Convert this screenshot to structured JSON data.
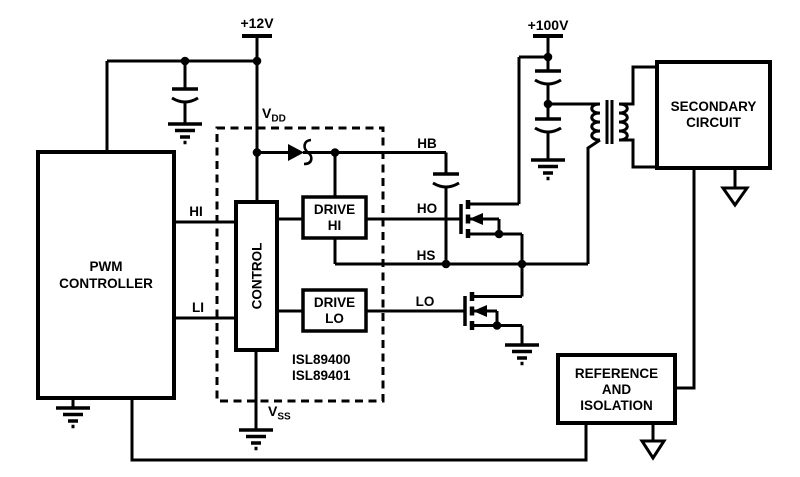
{
  "colors": {
    "line": "#000000",
    "background": "#ffffff"
  },
  "labels": {
    "supply_12v": "+12V",
    "supply_100v": "+100V",
    "vdd": {
      "main": "V",
      "sub": "DD"
    },
    "vss": {
      "main": "V",
      "sub": "SS"
    },
    "hb": "HB",
    "ho": "HO",
    "hs": "HS",
    "lo": "LO",
    "hi": "HI",
    "li": "LI"
  },
  "blocks": {
    "pwm_controller": {
      "line1": "PWM",
      "line2": "CONTROLLER"
    },
    "control": "CONTROL",
    "drive_hi": {
      "line1": "DRIVE",
      "line2": "HI"
    },
    "drive_lo": {
      "line1": "DRIVE",
      "line2": "LO"
    },
    "secondary_circuit": {
      "line1": "SECONDARY",
      "line2": "CIRCUIT"
    },
    "reference_isolation": {
      "line1": "REFERENCE",
      "line2": "AND",
      "line3": "ISOLATION"
    }
  },
  "part_numbers": {
    "line1": "ISL89400",
    "line2": "ISL89401"
  }
}
